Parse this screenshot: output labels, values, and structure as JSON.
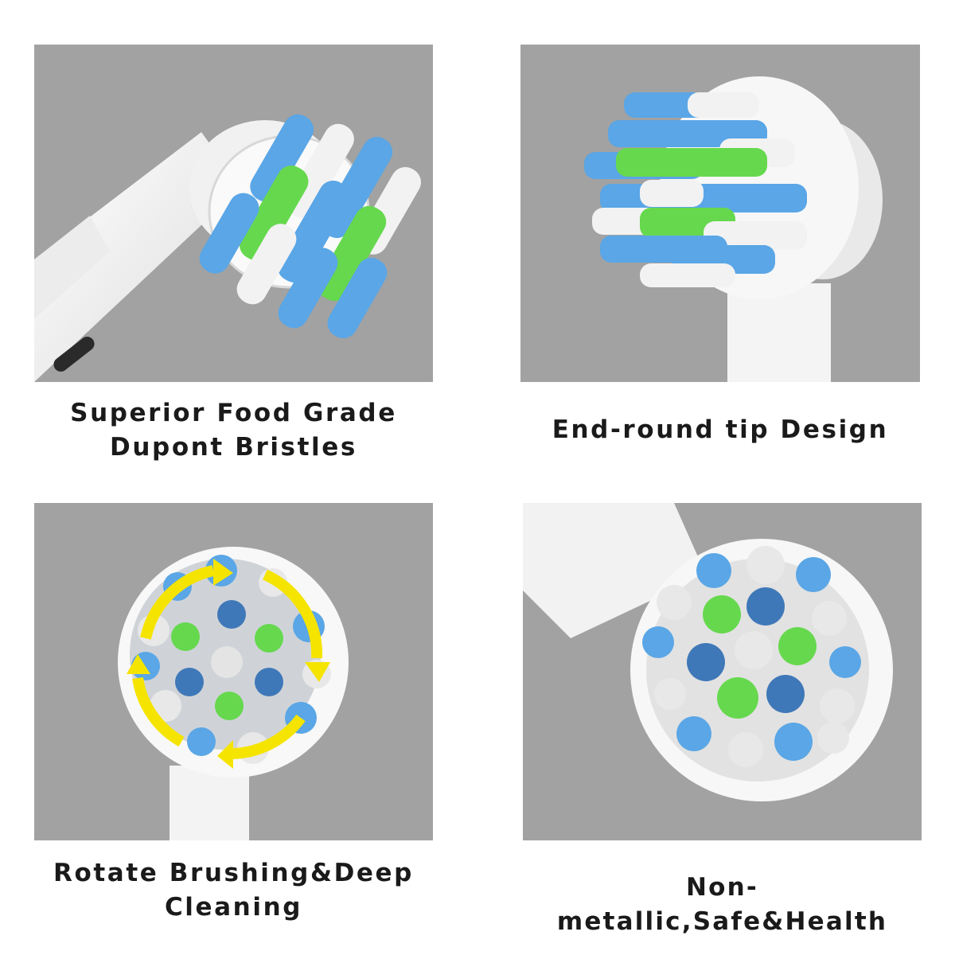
{
  "panels": [
    {
      "caption_lines": [
        "Superior Food Grade",
        "Dupont Bristles"
      ]
    },
    {
      "caption_lines": [
        "End-round tip Design"
      ]
    },
    {
      "caption_lines": [
        "Rotate Brushing&Deep",
        "Cleaning"
      ]
    },
    {
      "caption_lines": [
        "Non-metallic,Safe&Health"
      ]
    }
  ],
  "colors": {
    "panel_bg": "#a2a2a2",
    "bristle_blue": "#5aa6e6",
    "bristle_green": "#66d84e",
    "bristle_white": "#f2f2f2",
    "arrow_yellow": "#f5e400"
  },
  "icons": [
    "rotation-arrow-icon"
  ]
}
